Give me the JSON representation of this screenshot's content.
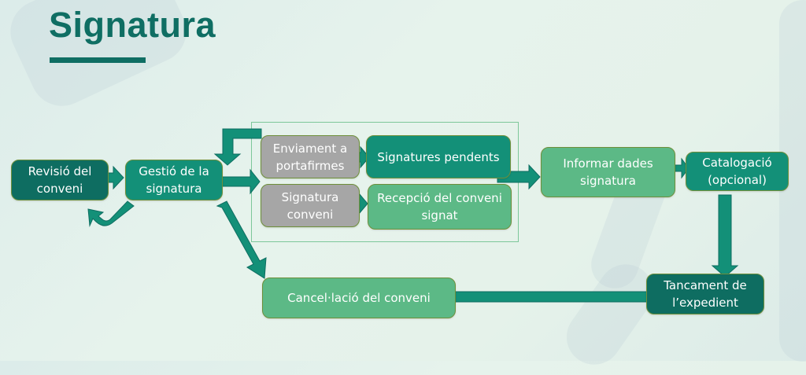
{
  "slide": {
    "title": "Signatura"
  },
  "nodes": {
    "revisio": "Revisió del conveni",
    "gestio": "Gestió de la signatura",
    "enviament": "Enviament a portafirmes",
    "pendents": "Signatures pendents",
    "signatura_conveni": "Signatura conveni",
    "recepcio": "Recepció del conveni signat",
    "informar": "Informar dades signatura",
    "catalogacio": "Catalogació (opcional)",
    "cancelacio": "Cancel·lació del conveni",
    "tancament": "Tancament de l’expedient"
  },
  "colors": {
    "title": "#0f6e63",
    "dark_box": "#0e6d61",
    "mid_box": "#139078",
    "light_box": "#5cb986",
    "gray_box": "#a6a6a6",
    "arrow": "#139078"
  }
}
